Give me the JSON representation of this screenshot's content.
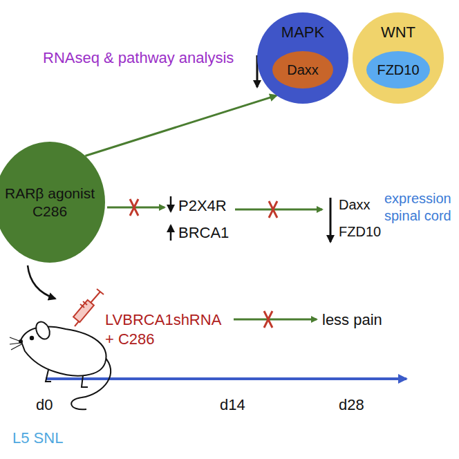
{
  "diagram": {
    "nodes": [
      {
        "text": [
          "RARβ agonist C286"
        ]
      },
      {
        "text": [
          "MAPK"
        ]
      },
      {
        "text": [
          "Daxx"
        ],
        "in": 1
      },
      {
        "text": [
          "WNT"
        ]
      },
      {
        "text": [
          "FZD10"
        ],
        "in": 3
      }
    ],
    "edges": [
      {
        "from": 0,
        "to": 1,
        "arrow": "to"
      }
    ],
    "labels": [
      "RNAseq & pathway analysis",
      "P2X4R",
      "BRCA1",
      "Daxx",
      "FZD10",
      "expression spinal cord",
      "LVBRCA1shRNA + C286",
      "less pain",
      "d0",
      "d14",
      "d28",
      "L5 SNL"
    ]
  }
}
